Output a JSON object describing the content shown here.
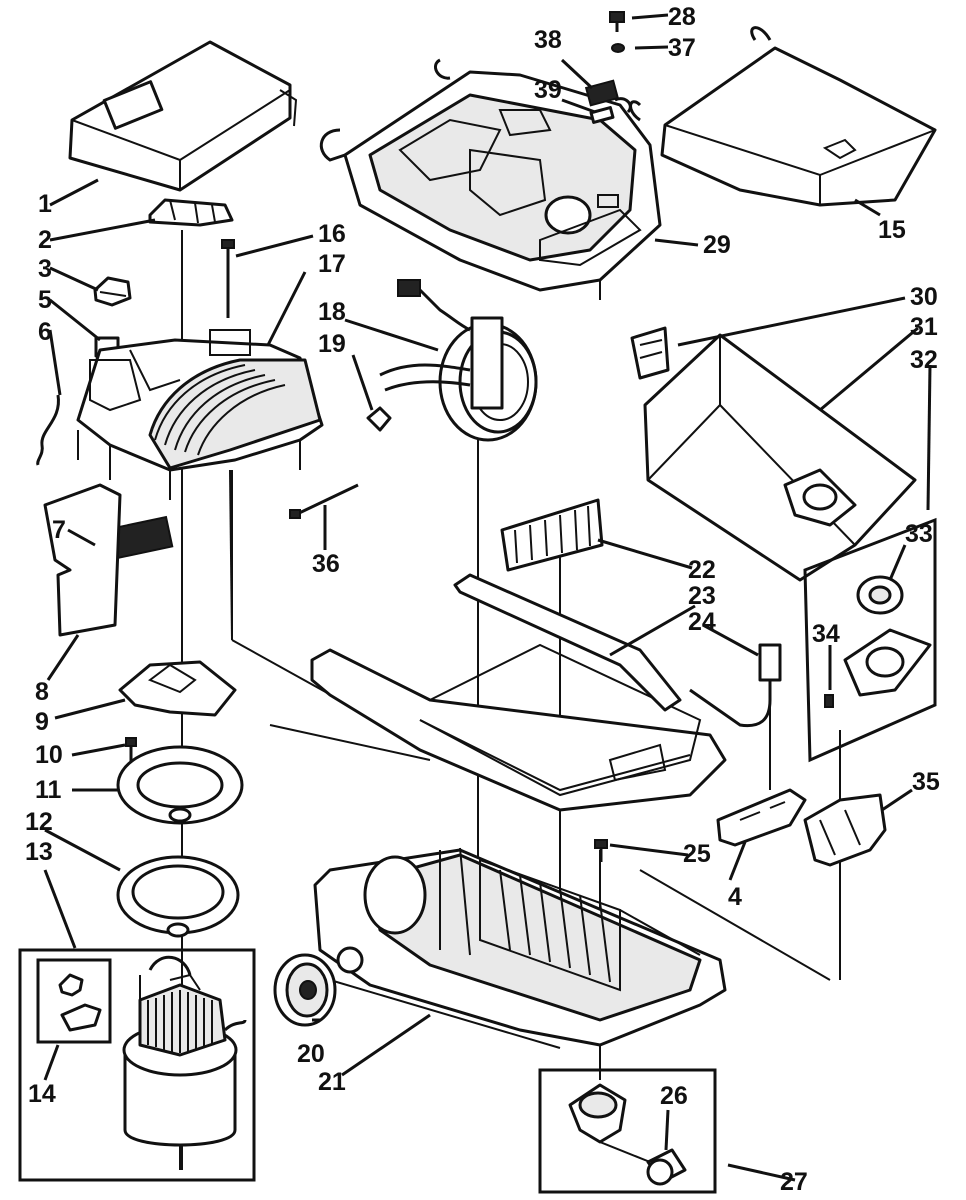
{
  "callouts": [
    {
      "id": "1",
      "label": "1"
    },
    {
      "id": "2",
      "label": "2"
    },
    {
      "id": "3",
      "label": "3"
    },
    {
      "id": "4",
      "label": "4"
    },
    {
      "id": "5",
      "label": "5"
    },
    {
      "id": "6",
      "label": "6"
    },
    {
      "id": "7",
      "label": "7"
    },
    {
      "id": "8",
      "label": "8"
    },
    {
      "id": "9",
      "label": "9"
    },
    {
      "id": "10",
      "label": "10"
    },
    {
      "id": "11",
      "label": "11"
    },
    {
      "id": "12",
      "label": "12"
    },
    {
      "id": "13",
      "label": "13"
    },
    {
      "id": "14",
      "label": "14"
    },
    {
      "id": "15",
      "label": "15"
    },
    {
      "id": "16",
      "label": "16"
    },
    {
      "id": "17",
      "label": "17"
    },
    {
      "id": "18",
      "label": "18"
    },
    {
      "id": "19",
      "label": "19"
    },
    {
      "id": "20",
      "label": "20"
    },
    {
      "id": "21",
      "label": "21"
    },
    {
      "id": "22",
      "label": "22"
    },
    {
      "id": "23",
      "label": "23"
    },
    {
      "id": "24",
      "label": "24"
    },
    {
      "id": "25",
      "label": "25"
    },
    {
      "id": "26",
      "label": "26"
    },
    {
      "id": "27",
      "label": "27"
    },
    {
      "id": "28",
      "label": "28"
    },
    {
      "id": "29",
      "label": "29"
    },
    {
      "id": "30",
      "label": "30"
    },
    {
      "id": "31",
      "label": "31"
    },
    {
      "id": "32",
      "label": "32"
    },
    {
      "id": "33",
      "label": "33"
    },
    {
      "id": "34",
      "label": "34"
    },
    {
      "id": "35",
      "label": "35"
    },
    {
      "id": "36",
      "label": "36"
    },
    {
      "id": "37",
      "label": "37"
    },
    {
      "id": "38",
      "label": "38"
    },
    {
      "id": "39",
      "label": "39"
    }
  ]
}
